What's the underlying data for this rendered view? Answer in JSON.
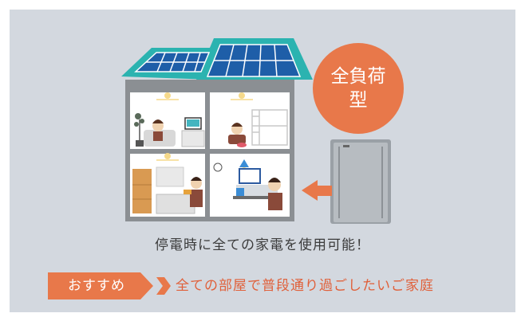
{
  "badge": {
    "line1": "全負荷",
    "line2": "型"
  },
  "caption": "停電時に全ての家電を使用可能！",
  "recommendation": {
    "label": "おすすめ",
    "text": "全ての部屋で普段通り過ごしたいご家庭"
  },
  "colors": {
    "background": "#d3d8df",
    "roof": "#2bb3b0",
    "badge": "#e8784a",
    "arrow": "#e8784a",
    "recommend_text": "#e0603a"
  }
}
